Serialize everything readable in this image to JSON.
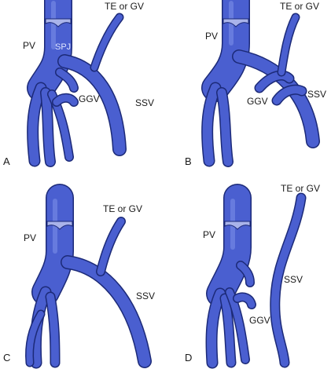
{
  "panels": [
    {
      "id": "A",
      "panel_label": "A",
      "labels": {
        "pv": "PV",
        "spj": "SPJ",
        "te_gv": "TE or GV",
        "ggv": "GGV",
        "ssv": "SSV"
      }
    },
    {
      "id": "B",
      "panel_label": "B",
      "labels": {
        "pv": "PV",
        "te_gv": "TE or GV",
        "ggv": "GGV",
        "ssv": "SSV"
      }
    },
    {
      "id": "C",
      "panel_label": "C",
      "labels": {
        "pv": "PV",
        "te_gv": "TE or GV",
        "ssv": "SSV"
      }
    },
    {
      "id": "D",
      "panel_label": "D",
      "labels": {
        "pv": "PV",
        "te_gv": "TE or GV",
        "ggv": "GGV",
        "ssv": "SSV"
      }
    }
  ],
  "colors": {
    "vein_fill": "#4a5fd0",
    "vein_outline": "#1c2a78",
    "valve": "#a9b3ea"
  }
}
